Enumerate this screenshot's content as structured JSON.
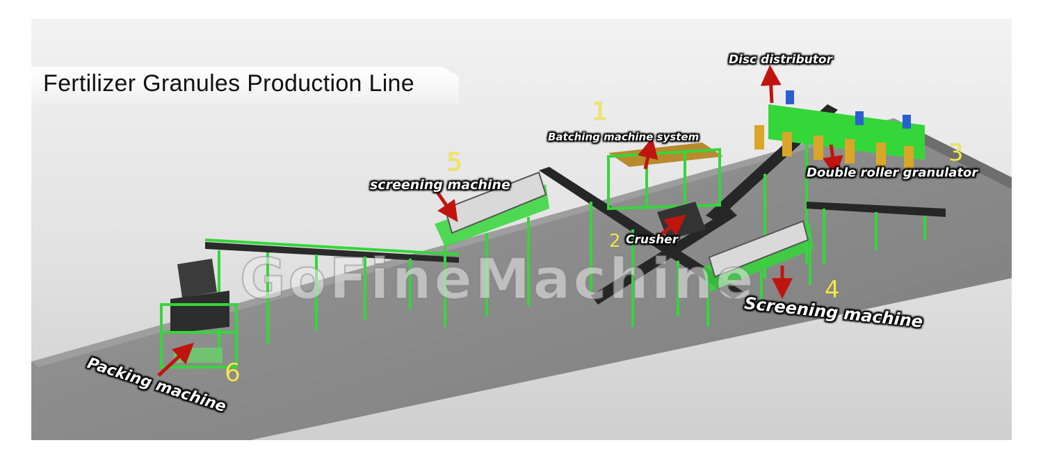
{
  "title": "Fertilizer Granules Production Line",
  "watermark": "GoFineMachine",
  "labels": {
    "disc_distributor": "Disc distributor",
    "batching": "Batching machine system",
    "double_roller": "Double roller granulator",
    "screening_top": "screening machine",
    "crusher": "Crusher",
    "screening_bottom": "Screening machine",
    "packing": "Packing machine"
  },
  "numbers": {
    "batching": "1",
    "crusher": "2",
    "double_roller": "3",
    "screening_bottom": "4",
    "screening_top": "5",
    "packing": "6"
  },
  "colors": {
    "frame_green": "#35d63a",
    "belt_dark": "#2a2a2a",
    "arrow_red": "#c0150f",
    "number_yellow": "#f4e84a",
    "floor_gray": "#8d8d8d",
    "background_gray": "#dcdcdc"
  }
}
